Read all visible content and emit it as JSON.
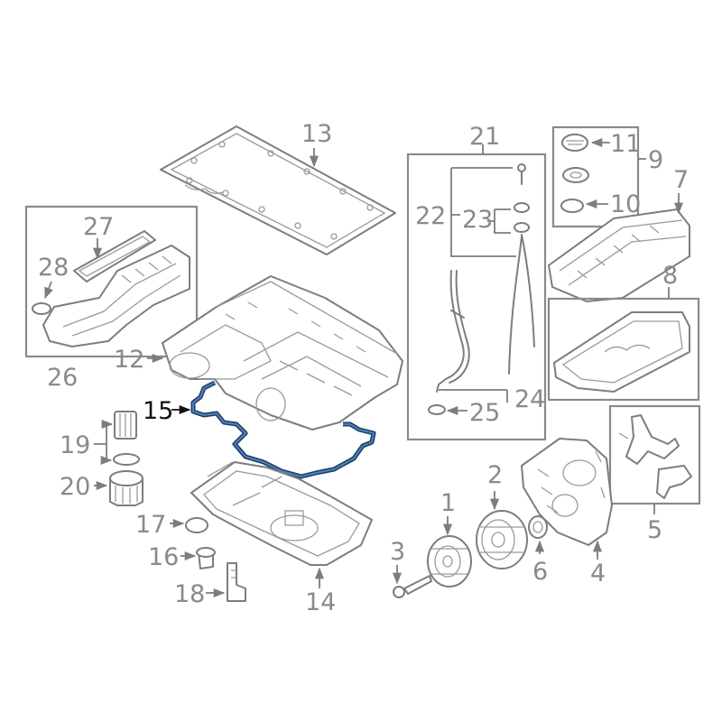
{
  "diagram": {
    "highlight_color": "#2b5a8f",
    "line_color": "#7d7d7d",
    "highlighted_part": "15",
    "labels": {
      "l1": "1",
      "l2": "2",
      "l3": "3",
      "l4": "4",
      "l5": "5",
      "l6": "6",
      "l7": "7",
      "l8": "8",
      "l9": "9",
      "l10": "10",
      "l11": "11",
      "l12": "12",
      "l13": "13",
      "l14": "14",
      "l15": "15",
      "l16": "16",
      "l17": "17",
      "l18": "18",
      "l19": "19",
      "l20": "20",
      "l21": "21",
      "l22": "22",
      "l23": "23",
      "l24": "24",
      "l25": "25",
      "l26": "26",
      "l27": "27",
      "l28": "28"
    }
  }
}
